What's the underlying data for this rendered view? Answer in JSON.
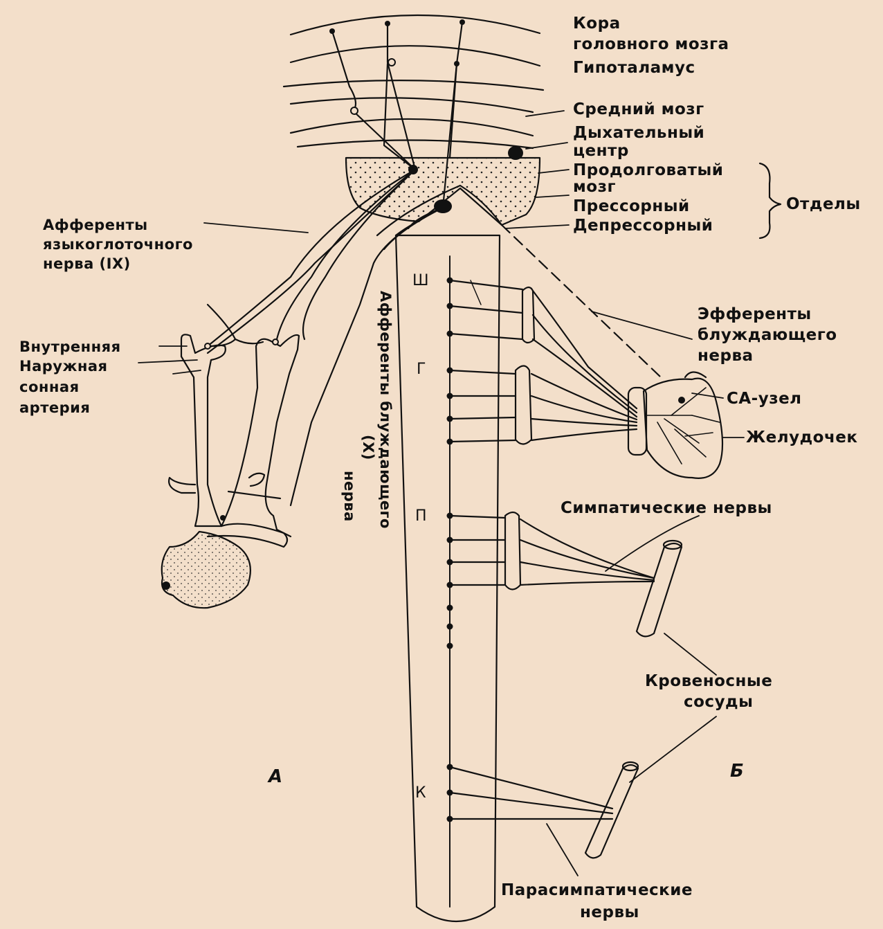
{
  "labels": {
    "kora": "Кора",
    "golovnogo_mozga": "головного мозга",
    "gipotalamus": "Гипоталамус",
    "sredniy_mozg": "Средний мозг",
    "dykhatelnyy": "Дыхательный",
    "tsentr": "центр",
    "prodolgovatyy": "Продолговатый",
    "mozg": "мозг",
    "pressornyy": "Прессорный",
    "depressornyy": "Депрессорный",
    "otdely": "Отделы",
    "afferenty_ix_1": "Афференты",
    "afferenty_ix_2": "языкоглоточного",
    "afferenty_ix_3": "нерва (IX)",
    "vnutrennyaya": "Внутренняя",
    "naruzhnaya": "Наружная",
    "sonnaya": "сонная",
    "arteriya": "артерия",
    "afferenty_x_1": "Афференты блуждающего",
    "afferenty_x_2": "нерва",
    "afferenty_x_3": "(X)",
    "efferenty_1": "Эфференты",
    "efferenty_2": "блуждающего",
    "efferenty_3": "нерва",
    "sa_uzel": "СА-узел",
    "zheludochek": "Желудочек",
    "simpaticheskie": "Симпатические нервы",
    "krovenosnye": "Кровеносные",
    "sosudy": "сосуды",
    "parasimpaticheskie": "Парасимпатические",
    "nervy": "нервы",
    "panel_a": "А",
    "panel_b": "Б",
    "seg_sh": "Ш",
    "seg_g": "Г",
    "seg_p": "П",
    "seg_k": "К"
  },
  "colors": {
    "background": "#f3dfca",
    "ink": "#111111"
  }
}
